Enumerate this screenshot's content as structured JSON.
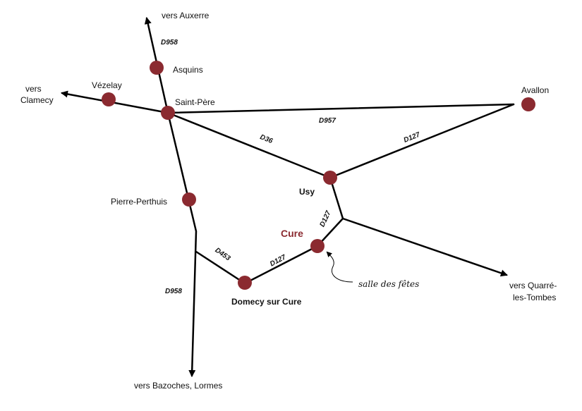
{
  "colors": {
    "town": "#8b2a30",
    "road": "#000000",
    "highlight": "#8b2a30"
  },
  "towns": {
    "asquins": "Asquins",
    "vezelay": "Vézelay",
    "saint_pere": "Saint-Père",
    "avallon": "Avallon",
    "usy": "Usy",
    "pierre_perthuis": "Pierre-Perthuis",
    "cure": "Cure",
    "domecy": "Domecy sur Cure"
  },
  "directions": {
    "auxerre": "vers Auxerre",
    "clamecy_line1": "vers",
    "clamecy_line2": "Clamecy",
    "quarre_line1": "vers Quarré-",
    "quarre_line2": "les-Tombes",
    "bazoches": "vers Bazoches, Lormes"
  },
  "roads": {
    "d958_north": "D958",
    "d958_south": "D958",
    "d957": "D957",
    "d36": "D36",
    "d127_avallon": "D127",
    "d127_usy": "D127",
    "d127_domecy": "D127",
    "d453": "D453"
  },
  "annotation": "salle des fêtes"
}
